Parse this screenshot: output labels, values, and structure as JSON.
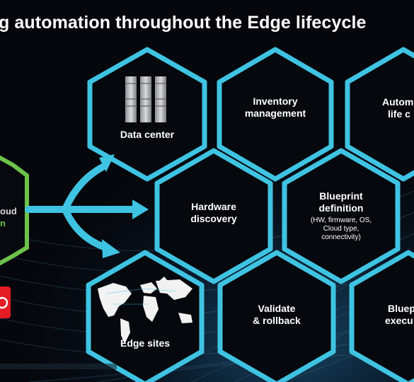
{
  "slide": {
    "title": "g automation throughout the Edge lifecycle"
  },
  "hexagons": {
    "data_center": "Data center",
    "inventory": [
      "Inventory",
      "management"
    ],
    "automation_partial": [
      "Autom",
      "life c"
    ],
    "hardware": [
      "Hardware",
      "discovery"
    ],
    "blueprint": {
      "title": [
        "Blueprint",
        "definition"
      ],
      "detail": [
        "(HW, firmware, OS,",
        "Cloud type,",
        "connectivity)"
      ]
    },
    "edge_sites": "Edge sites",
    "validate": [
      "Validate",
      "& rollback"
    ],
    "blueprint_exec_partial": [
      "Bluep",
      "execu"
    ]
  },
  "left_box": {
    "line1": "oud",
    "line2": "n"
  },
  "colors": {
    "hex_stroke": "#3fc3e2",
    "arrow": "#3fc3e2",
    "left_box": "#6cc24a",
    "logo": "#e31b23",
    "background": "#05070c"
  },
  "icons": [
    "server-rack-icon",
    "world-map-icon",
    "logo-fragment"
  ]
}
